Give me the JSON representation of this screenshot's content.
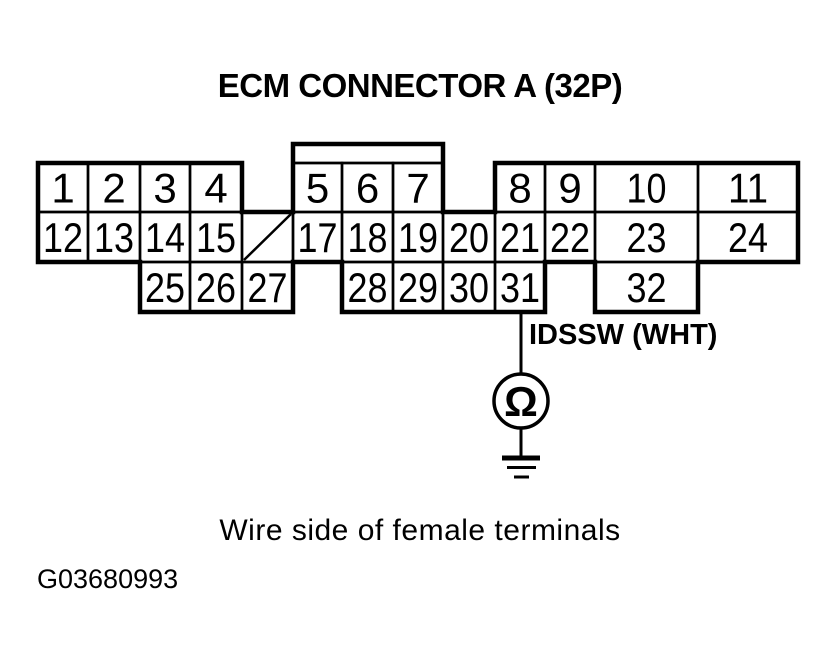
{
  "page": {
    "title": "ECM CONNECTOR A (32P)",
    "caption": "Wire side of female terminals",
    "doc_id": "G03680993"
  },
  "colors": {
    "ink": "#000000",
    "background": "#ffffff"
  },
  "connector": {
    "name": "ECM Connector A",
    "pin_count_label": "32P",
    "rows": 3,
    "pins": [
      {
        "n": "1",
        "row": 0,
        "col": 0
      },
      {
        "n": "2",
        "row": 0,
        "col": 1
      },
      {
        "n": "3",
        "row": 0,
        "col": 2
      },
      {
        "n": "4",
        "row": 0,
        "col": 3
      },
      {
        "n": "5",
        "row": 0,
        "col": 5
      },
      {
        "n": "6",
        "row": 0,
        "col": 6
      },
      {
        "n": "7",
        "row": 0,
        "col": 7
      },
      {
        "n": "8",
        "row": 0,
        "col": 9
      },
      {
        "n": "9",
        "row": 0,
        "col": 10
      },
      {
        "n": "10",
        "row": 0,
        "col": 11
      },
      {
        "n": "11",
        "row": 0,
        "col": 12
      },
      {
        "n": "12",
        "row": 1,
        "col": 0
      },
      {
        "n": "13",
        "row": 1,
        "col": 1
      },
      {
        "n": "14",
        "row": 1,
        "col": 2
      },
      {
        "n": "15",
        "row": 1,
        "col": 3
      },
      {
        "n": "17",
        "row": 1,
        "col": 5
      },
      {
        "n": "18",
        "row": 1,
        "col": 6
      },
      {
        "n": "19",
        "row": 1,
        "col": 7
      },
      {
        "n": "20",
        "row": 1,
        "col": 8
      },
      {
        "n": "21",
        "row": 1,
        "col": 9
      },
      {
        "n": "22",
        "row": 1,
        "col": 10
      },
      {
        "n": "23",
        "row": 1,
        "col": 11
      },
      {
        "n": "24",
        "row": 1,
        "col": 12
      },
      {
        "n": "25",
        "row": 2,
        "col": 2
      },
      {
        "n": "26",
        "row": 2,
        "col": 3
      },
      {
        "n": "27",
        "row": 2,
        "col": 4
      },
      {
        "n": "28",
        "row": 2,
        "col": 6
      },
      {
        "n": "29",
        "row": 2,
        "col": 7
      },
      {
        "n": "30",
        "row": 2,
        "col": 8
      },
      {
        "n": "31",
        "row": 2,
        "col": 9
      },
      {
        "n": "32",
        "row": 2,
        "col": 11
      }
    ],
    "blocked_cell": {
      "row": 1,
      "col": 4,
      "style": "diagonal-slash"
    }
  },
  "probe": {
    "wire_label": "IDSSW (WHT)",
    "connects_to_pin": "31",
    "meter_symbol": "Ω",
    "has_ground_symbol": true
  }
}
